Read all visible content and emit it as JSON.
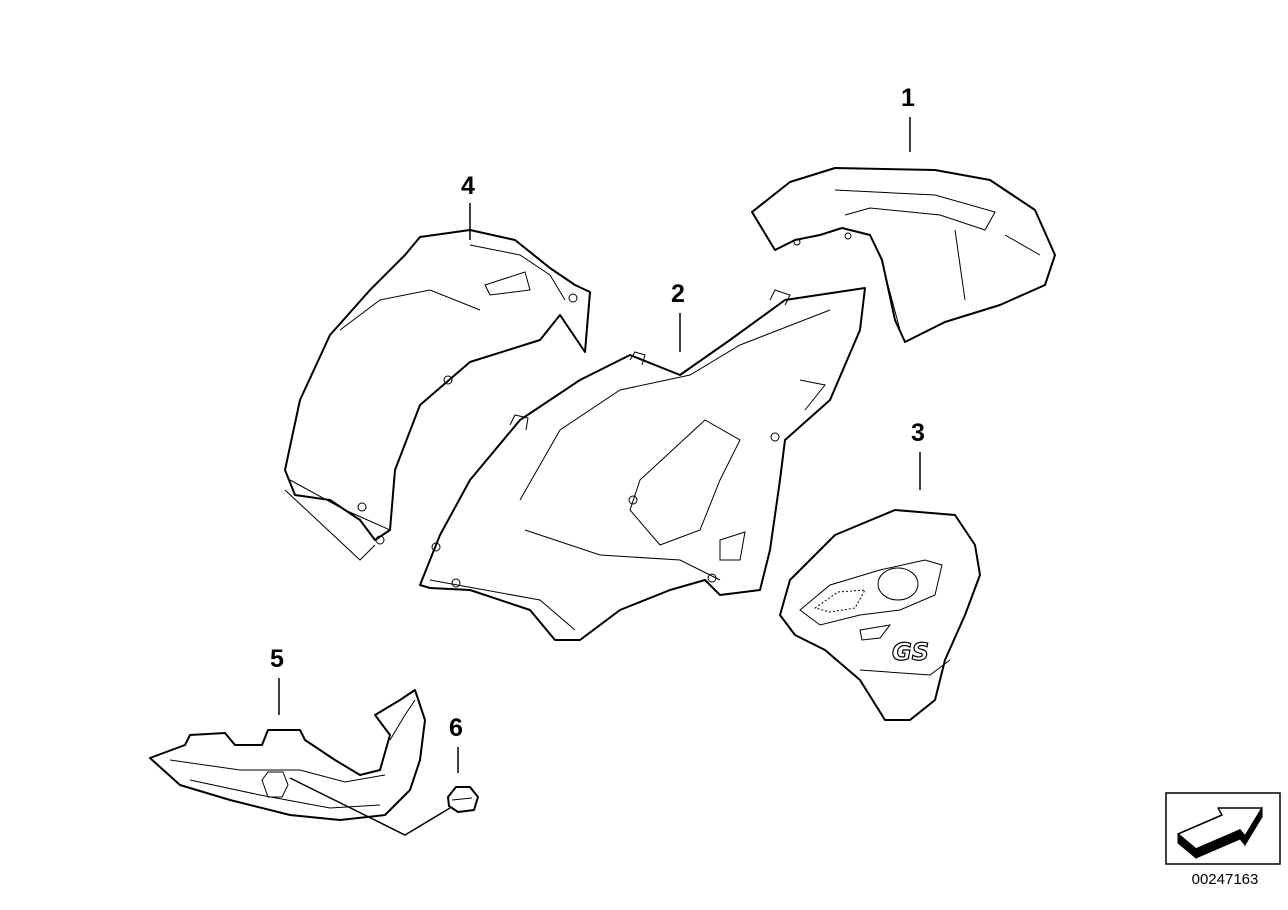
{
  "callouts": [
    {
      "id": "1",
      "label": "1"
    },
    {
      "id": "2",
      "label": "2"
    },
    {
      "id": "3",
      "label": "3"
    },
    {
      "id": "4",
      "label": "4"
    },
    {
      "id": "5",
      "label": "5"
    },
    {
      "id": "6",
      "label": "6"
    }
  ],
  "document_number": "00247163",
  "logo_text": "GS",
  "icons": {
    "orientation": "forward-arrow-icon"
  }
}
